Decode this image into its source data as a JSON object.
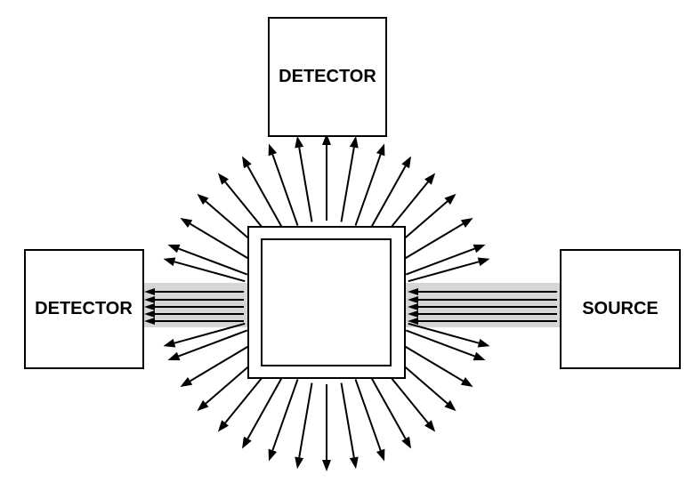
{
  "labels": {
    "detector_top": "DETECTOR",
    "detector_left": "DETECTOR",
    "source": "SOURCE"
  },
  "colors": {
    "stroke": "#000000",
    "beam": "#d6d6d6",
    "background": "#ffffff"
  }
}
